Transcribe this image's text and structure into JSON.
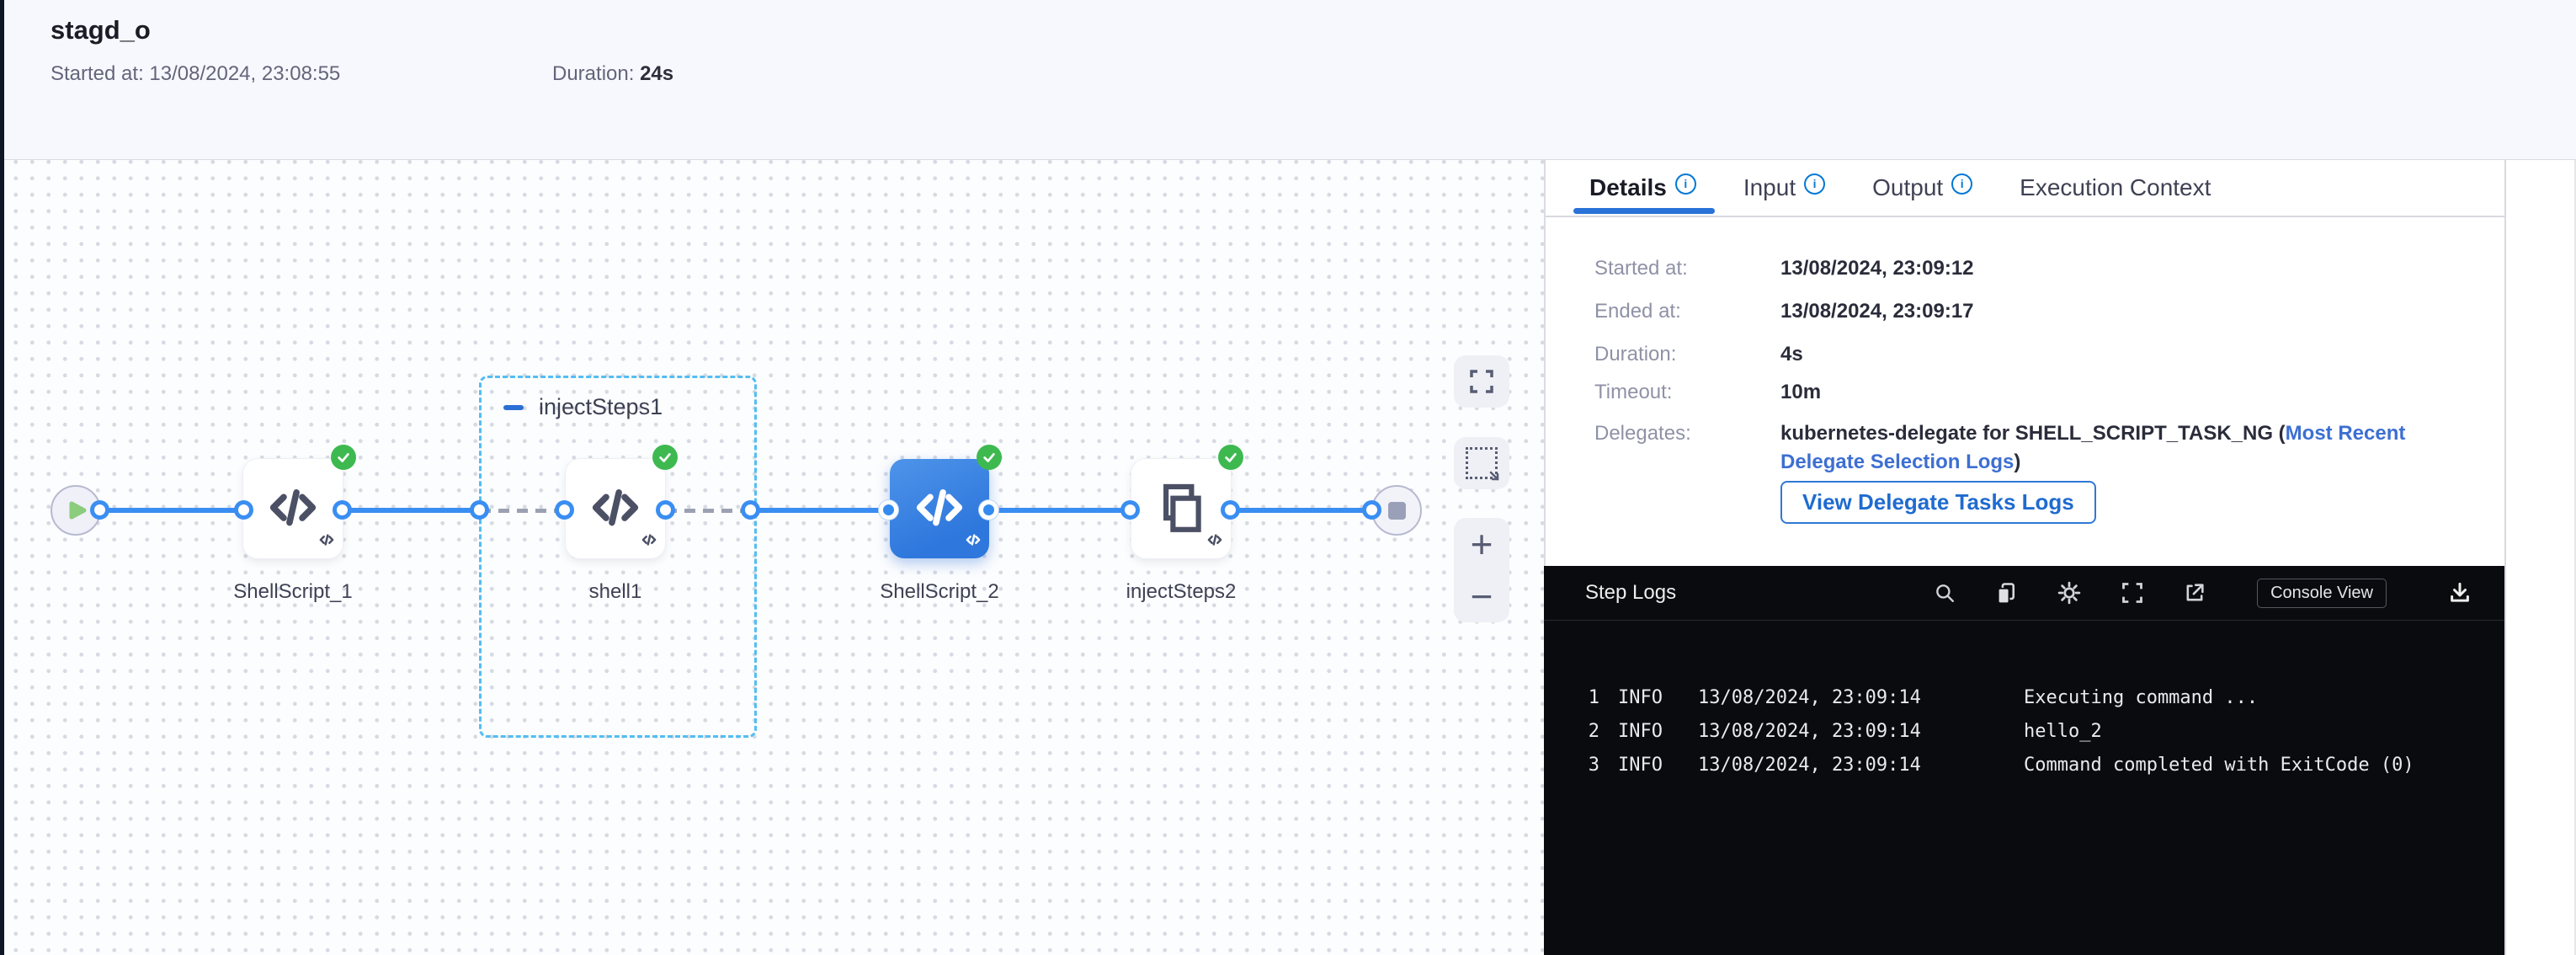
{
  "header": {
    "title": "stagd_o",
    "started_label": "Started at:",
    "started_value": "13/08/2024, 23:08:55",
    "duration_label": "Duration:",
    "duration_value": "24s"
  },
  "canvas": {
    "group": {
      "label": "injectSteps1"
    },
    "nodes": [
      {
        "label": "ShellScript_1",
        "type": "shell-script",
        "status": "success"
      },
      {
        "label": "shell1",
        "type": "shell-script",
        "status": "success"
      },
      {
        "label": "ShellScript_2",
        "type": "shell-script",
        "status": "success",
        "selected": true
      },
      {
        "label": "injectSteps2",
        "type": "step-group",
        "status": "success"
      }
    ],
    "toolbar": [
      "fullscreen",
      "marquee-select",
      "zoom-in",
      "zoom-out"
    ],
    "zoom_in_glyph": "+",
    "zoom_out_glyph": "−"
  },
  "details": {
    "tabs": [
      {
        "label": "Details",
        "info": true,
        "active": true
      },
      {
        "label": "Input",
        "info": true
      },
      {
        "label": "Output",
        "info": true
      },
      {
        "label": "Execution Context",
        "info": false
      }
    ],
    "fields": [
      {
        "label": "Started at:",
        "value": "13/08/2024, 23:09:12"
      },
      {
        "label": "Ended at:",
        "value": "13/08/2024, 23:09:17"
      },
      {
        "label": "Duration:",
        "value": "4s"
      },
      {
        "label": "Timeout:",
        "value": "10m"
      }
    ],
    "delegates_label": "Delegates:",
    "delegates_bold": "kubernetes-delegate for SHELL_SCRIPT_TASK_NG (",
    "delegates_link": "Most Recent Delegate Selection Logs",
    "delegates_close": ")",
    "view_logs_button": "View Delegate Tasks Logs"
  },
  "logs": {
    "title": "Step Logs",
    "console_view_label": "Console View",
    "lines": [
      {
        "num": "1",
        "level": "INFO",
        "time": "13/08/2024, 23:09:14",
        "message": "Executing command ..."
      },
      {
        "num": "2",
        "level": "INFO",
        "time": "13/08/2024, 23:09:14",
        "message": "hello_2"
      },
      {
        "num": "3",
        "level": "INFO",
        "time": "13/08/2024, 23:09:14",
        "message": "Command completed with ExitCode (0)"
      }
    ]
  },
  "colors": {
    "accent_blue": "#2a72d8",
    "edge_blue": "#3a8ef2",
    "success_green": "#3eb950",
    "link_blue": "#3d6fd2",
    "group_dash_blue": "#53bdf2",
    "log_bg": "#0a0b0e",
    "header_bg": "#f7f8fd"
  }
}
